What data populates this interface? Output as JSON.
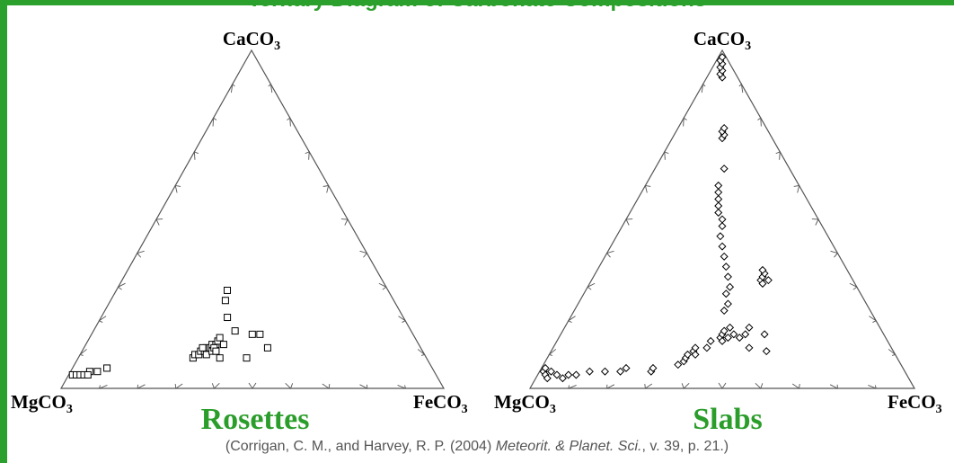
{
  "figure_title": "Ternary Diagram of Carbonate Compositions",
  "colors": {
    "frame": "#2ca02c",
    "panel_title": "#2a9d2a",
    "axis": "#555555",
    "marker": "#000000"
  },
  "citation": {
    "before": "(Corrigan, C. M., and Harvey, R. P. (2004) ",
    "journal": "Meteorit. & Planet. Sci.",
    "after": ", v. 39, p. 21.)"
  },
  "chart_data": [
    {
      "type": "scatter",
      "subtype": "ternary",
      "title": "Rosettes",
      "vertices": {
        "top": "CaCO3",
        "left": "MgCO3",
        "right": "FeCO3"
      },
      "marker": "square",
      "points": [
        {
          "ca": 0.04,
          "mg": 0.95,
          "fe": 0.01
        },
        {
          "ca": 0.04,
          "mg": 0.94,
          "fe": 0.02
        },
        {
          "ca": 0.04,
          "mg": 0.93,
          "fe": 0.03
        },
        {
          "ca": 0.04,
          "mg": 0.92,
          "fe": 0.04
        },
        {
          "ca": 0.05,
          "mg": 0.9,
          "fe": 0.05
        },
        {
          "ca": 0.05,
          "mg": 0.88,
          "fe": 0.07
        },
        {
          "ca": 0.04,
          "mg": 0.91,
          "fe": 0.05
        },
        {
          "ca": 0.06,
          "mg": 0.85,
          "fe": 0.09
        },
        {
          "ca": 0.09,
          "mg": 0.61,
          "fe": 0.3
        },
        {
          "ca": 0.1,
          "mg": 0.6,
          "fe": 0.3
        },
        {
          "ca": 0.1,
          "mg": 0.59,
          "fe": 0.31
        },
        {
          "ca": 0.11,
          "mg": 0.58,
          "fe": 0.31
        },
        {
          "ca": 0.11,
          "mg": 0.57,
          "fe": 0.32
        },
        {
          "ca": 0.12,
          "mg": 0.56,
          "fe": 0.32
        },
        {
          "ca": 0.12,
          "mg": 0.55,
          "fe": 0.33
        },
        {
          "ca": 0.13,
          "mg": 0.54,
          "fe": 0.33
        },
        {
          "ca": 0.13,
          "mg": 0.53,
          "fe": 0.34
        },
        {
          "ca": 0.1,
          "mg": 0.57,
          "fe": 0.33
        },
        {
          "ca": 0.11,
          "mg": 0.55,
          "fe": 0.34
        },
        {
          "ca": 0.12,
          "mg": 0.54,
          "fe": 0.34
        },
        {
          "ca": 0.14,
          "mg": 0.52,
          "fe": 0.34
        },
        {
          "ca": 0.15,
          "mg": 0.51,
          "fe": 0.34
        },
        {
          "ca": 0.11,
          "mg": 0.54,
          "fe": 0.35
        },
        {
          "ca": 0.13,
          "mg": 0.51,
          "fe": 0.36
        },
        {
          "ca": 0.09,
          "mg": 0.54,
          "fe": 0.37
        },
        {
          "ca": 0.12,
          "mg": 0.57,
          "fe": 0.31
        },
        {
          "ca": 0.21,
          "mg": 0.46,
          "fe": 0.33
        },
        {
          "ca": 0.17,
          "mg": 0.46,
          "fe": 0.37
        },
        {
          "ca": 0.16,
          "mg": 0.42,
          "fe": 0.42
        },
        {
          "ca": 0.16,
          "mg": 0.4,
          "fe": 0.44
        },
        {
          "ca": 0.12,
          "mg": 0.4,
          "fe": 0.48
        },
        {
          "ca": 0.09,
          "mg": 0.47,
          "fe": 0.44
        },
        {
          "ca": 0.26,
          "mg": 0.44,
          "fe": 0.3
        },
        {
          "ca": 0.29,
          "mg": 0.42,
          "fe": 0.29
        }
      ]
    },
    {
      "type": "scatter",
      "subtype": "ternary",
      "title": "Slabs",
      "vertices": {
        "top": "CaCO3",
        "left": "MgCO3",
        "right": "FeCO3"
      },
      "marker": "diamond",
      "points": [
        {
          "ca": 0.05,
          "mg": 0.94,
          "fe": 0.01
        },
        {
          "ca": 0.04,
          "mg": 0.94,
          "fe": 0.02
        },
        {
          "ca": 0.06,
          "mg": 0.93,
          "fe": 0.01
        },
        {
          "ca": 0.03,
          "mg": 0.94,
          "fe": 0.03
        },
        {
          "ca": 0.05,
          "mg": 0.92,
          "fe": 0.03
        },
        {
          "ca": 0.04,
          "mg": 0.91,
          "fe": 0.05
        },
        {
          "ca": 0.03,
          "mg": 0.9,
          "fe": 0.07
        },
        {
          "ca": 0.04,
          "mg": 0.88,
          "fe": 0.08
        },
        {
          "ca": 0.04,
          "mg": 0.86,
          "fe": 0.1
        },
        {
          "ca": 0.05,
          "mg": 0.82,
          "fe": 0.13
        },
        {
          "ca": 0.05,
          "mg": 0.78,
          "fe": 0.17
        },
        {
          "ca": 0.05,
          "mg": 0.74,
          "fe": 0.21
        },
        {
          "ca": 0.06,
          "mg": 0.72,
          "fe": 0.22
        },
        {
          "ca": 0.05,
          "mg": 0.66,
          "fe": 0.29
        },
        {
          "ca": 0.06,
          "mg": 0.65,
          "fe": 0.29
        },
        {
          "ca": 0.07,
          "mg": 0.58,
          "fe": 0.35
        },
        {
          "ca": 0.08,
          "mg": 0.56,
          "fe": 0.36
        },
        {
          "ca": 0.09,
          "mg": 0.55,
          "fe": 0.36
        },
        {
          "ca": 0.1,
          "mg": 0.54,
          "fe": 0.36
        },
        {
          "ca": 0.11,
          "mg": 0.52,
          "fe": 0.37
        },
        {
          "ca": 0.12,
          "mg": 0.51,
          "fe": 0.37
        },
        {
          "ca": 0.1,
          "mg": 0.52,
          "fe": 0.38
        },
        {
          "ca": 0.12,
          "mg": 0.48,
          "fe": 0.4
        },
        {
          "ca": 0.14,
          "mg": 0.46,
          "fe": 0.4
        },
        {
          "ca": 0.15,
          "mg": 0.43,
          "fe": 0.42
        },
        {
          "ca": 0.16,
          "mg": 0.42,
          "fe": 0.42
        },
        {
          "ca": 0.17,
          "mg": 0.41,
          "fe": 0.42
        },
        {
          "ca": 0.14,
          "mg": 0.43,
          "fe": 0.43
        },
        {
          "ca": 0.15,
          "mg": 0.41,
          "fe": 0.44
        },
        {
          "ca": 0.16,
          "mg": 0.39,
          "fe": 0.45
        },
        {
          "ca": 0.15,
          "mg": 0.38,
          "fe": 0.47
        },
        {
          "ca": 0.16,
          "mg": 0.36,
          "fe": 0.48
        },
        {
          "ca": 0.18,
          "mg": 0.34,
          "fe": 0.48
        },
        {
          "ca": 0.12,
          "mg": 0.37,
          "fe": 0.51
        },
        {
          "ca": 0.18,
          "mg": 0.39,
          "fe": 0.43
        },
        {
          "ca": 0.11,
          "mg": 0.33,
          "fe": 0.56
        },
        {
          "ca": 0.16,
          "mg": 0.31,
          "fe": 0.53
        },
        {
          "ca": 0.23,
          "mg": 0.38,
          "fe": 0.39
        },
        {
          "ca": 0.25,
          "mg": 0.36,
          "fe": 0.39
        },
        {
          "ca": 0.28,
          "mg": 0.35,
          "fe": 0.37
        },
        {
          "ca": 0.3,
          "mg": 0.33,
          "fe": 0.37
        },
        {
          "ca": 0.33,
          "mg": 0.32,
          "fe": 0.35
        },
        {
          "ca": 0.36,
          "mg": 0.31,
          "fe": 0.33
        },
        {
          "ca": 0.39,
          "mg": 0.3,
          "fe": 0.31
        },
        {
          "ca": 0.42,
          "mg": 0.29,
          "fe": 0.29
        },
        {
          "ca": 0.45,
          "mg": 0.28,
          "fe": 0.27
        },
        {
          "ca": 0.48,
          "mg": 0.26,
          "fe": 0.26
        },
        {
          "ca": 0.5,
          "mg": 0.25,
          "fe": 0.25
        },
        {
          "ca": 0.52,
          "mg": 0.25,
          "fe": 0.23
        },
        {
          "ca": 0.54,
          "mg": 0.24,
          "fe": 0.22
        },
        {
          "ca": 0.56,
          "mg": 0.23,
          "fe": 0.21
        },
        {
          "ca": 0.58,
          "mg": 0.22,
          "fe": 0.2
        },
        {
          "ca": 0.6,
          "mg": 0.21,
          "fe": 0.19
        },
        {
          "ca": 0.65,
          "mg": 0.17,
          "fe": 0.18
        },
        {
          "ca": 0.74,
          "mg": 0.13,
          "fe": 0.13
        },
        {
          "ca": 0.75,
          "mg": 0.12,
          "fe": 0.13
        },
        {
          "ca": 0.76,
          "mg": 0.12,
          "fe": 0.12
        },
        {
          "ca": 0.77,
          "mg": 0.11,
          "fe": 0.12
        },
        {
          "ca": 0.92,
          "mg": 0.04,
          "fe": 0.04
        },
        {
          "ca": 0.93,
          "mg": 0.04,
          "fe": 0.03
        },
        {
          "ca": 0.94,
          "mg": 0.03,
          "fe": 0.03
        },
        {
          "ca": 0.95,
          "mg": 0.03,
          "fe": 0.02
        },
        {
          "ca": 0.96,
          "mg": 0.02,
          "fe": 0.02
        },
        {
          "ca": 0.97,
          "mg": 0.02,
          "fe": 0.01
        },
        {
          "ca": 0.98,
          "mg": 0.01,
          "fe": 0.01
        },
        {
          "ca": 0.32,
          "mg": 0.24,
          "fe": 0.44
        },
        {
          "ca": 0.33,
          "mg": 0.23,
          "fe": 0.44
        },
        {
          "ca": 0.34,
          "mg": 0.22,
          "fe": 0.44
        },
        {
          "ca": 0.32,
          "mg": 0.22,
          "fe": 0.46
        },
        {
          "ca": 0.31,
          "mg": 0.24,
          "fe": 0.45
        },
        {
          "ca": 0.35,
          "mg": 0.22,
          "fe": 0.43
        }
      ]
    }
  ]
}
